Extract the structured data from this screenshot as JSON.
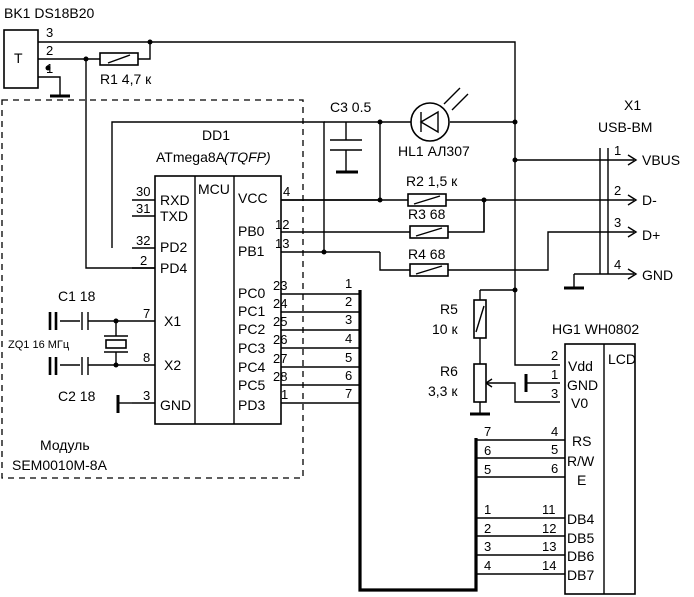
{
  "sensor": {
    "ref": "BK1 DS18B20",
    "symbol": "T",
    "pins": [
      "3",
      "2",
      "1"
    ]
  },
  "r1": {
    "label": "R1 4,7 к"
  },
  "module": {
    "ref": "DD1",
    "part": "ATmega8A",
    "package": "(TQFP)",
    "core": "MCU",
    "caption_line1": "Модуль",
    "caption_line2": "SEM0010M-8A",
    "left_pins": [
      {
        "num": "30",
        "name": "RXD"
      },
      {
        "num": "31",
        "name": "TXD"
      },
      {
        "num": "32",
        "name": "PD2"
      },
      {
        "num": "2",
        "name": "PD4"
      },
      {
        "num": "7",
        "name": "X1"
      },
      {
        "num": "8",
        "name": "X2"
      },
      {
        "num": "3",
        "name": "GND"
      }
    ],
    "right_pins": [
      {
        "num": "4",
        "name": "VCC"
      },
      {
        "num": "12",
        "name": "PB0"
      },
      {
        "num": "13",
        "name": "PB1"
      },
      {
        "num": "23",
        "name": "PC0"
      },
      {
        "num": "24",
        "name": "PC1"
      },
      {
        "num": "25",
        "name": "PC2"
      },
      {
        "num": "26",
        "name": "PC3"
      },
      {
        "num": "27",
        "name": "PC4"
      },
      {
        "num": "28",
        "name": "PC5"
      },
      {
        "num": "1",
        "name": "PD3"
      }
    ],
    "bus_out": [
      "1",
      "2",
      "3",
      "4",
      "5",
      "6",
      "7"
    ]
  },
  "c1": {
    "label": "C1 18"
  },
  "c2": {
    "label": "C2 18"
  },
  "zq1": {
    "label": "ZQ1 16 МГц"
  },
  "c3": {
    "label": "C3 0.5"
  },
  "hl1": {
    "label": "HL1 АЛ307"
  },
  "r2": {
    "label": "R2 1,5 к"
  },
  "r3": {
    "label": "R3 68"
  },
  "r4": {
    "label": "R4 68"
  },
  "r5": {
    "ref": "R5",
    "value": "10 к"
  },
  "r6": {
    "ref": "R6",
    "value": "3,3 к"
  },
  "x1": {
    "ref": "X1",
    "type": "USB-BM",
    "pins": [
      {
        "num": "1",
        "name": "VBUS"
      },
      {
        "num": "2",
        "name": "D-"
      },
      {
        "num": "3",
        "name": "D+"
      },
      {
        "num": "4",
        "name": "GND"
      }
    ]
  },
  "hg1": {
    "ref": "HG1 WH0802",
    "tag": "LCD",
    "power_pins": [
      {
        "num": "2",
        "name": "Vdd"
      },
      {
        "num": "1",
        "name": "GND"
      },
      {
        "num": "3",
        "name": "V0"
      }
    ],
    "ctrl_pins": [
      {
        "num": "4",
        "name": "RS"
      },
      {
        "num": "5",
        "name": "R/W"
      },
      {
        "num": "6",
        "name": "E"
      }
    ],
    "data_pins": [
      {
        "num": "11",
        "name": "DB4"
      },
      {
        "num": "12",
        "name": "DB5"
      },
      {
        "num": "13",
        "name": "DB6"
      },
      {
        "num": "14",
        "name": "DB7"
      }
    ],
    "bus_in": [
      "7",
      "6",
      "5",
      "1",
      "2",
      "3",
      "4"
    ]
  }
}
